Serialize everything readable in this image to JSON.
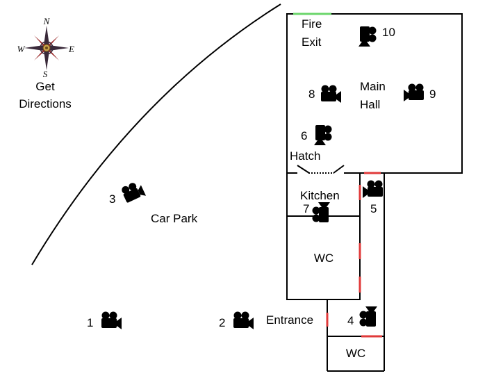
{
  "compass": {
    "north": "N",
    "south": "S",
    "east": "E",
    "west": "W",
    "caption_line1": "Get",
    "caption_line2": "Directions",
    "colors": {
      "dark_points": "#3a2a3a",
      "red_points": "#9a2828",
      "center": "#c9a24a"
    }
  },
  "rooms": {
    "fire_exit_line1": "Fire",
    "fire_exit_line2": "Exit",
    "main_hall_line1": "Main",
    "main_hall_line2": "Hall",
    "hatch": "Hatch",
    "kitchen": "Kitchen",
    "wc_upper": "WC",
    "wc_lower": "WC",
    "car_park": "Car Park",
    "entrance": "Entrance"
  },
  "cameras": [
    "1",
    "2",
    "3",
    "4",
    "5",
    "6",
    "7",
    "8",
    "9",
    "10"
  ],
  "colors": {
    "fire_exit_marker": "#6bd66b",
    "door_marker": "#e03a3a",
    "ink": "#000000"
  }
}
